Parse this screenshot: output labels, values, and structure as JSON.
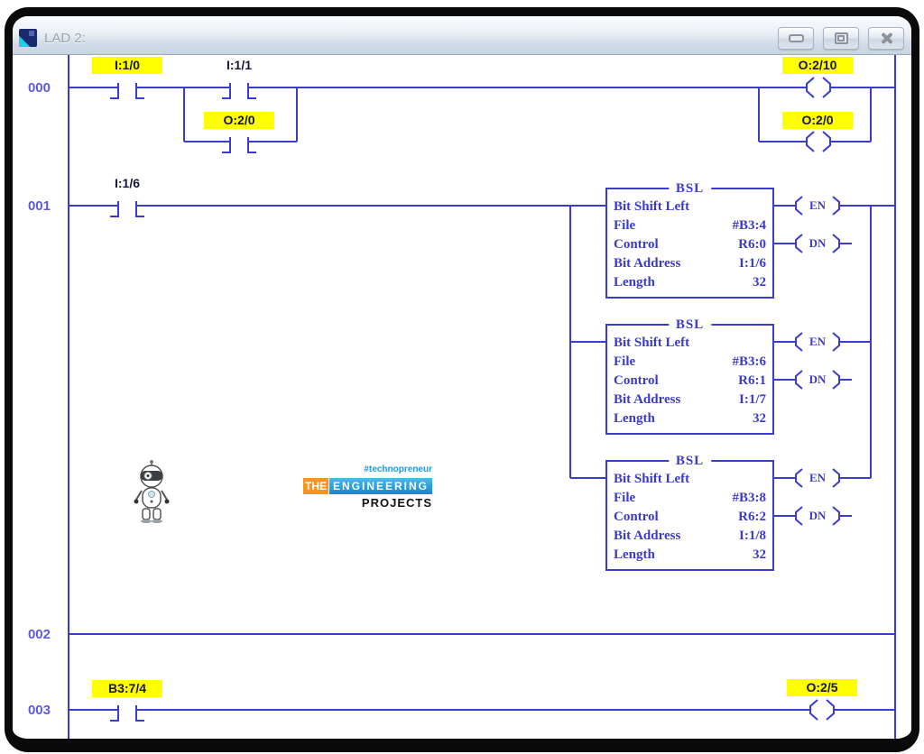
{
  "window": {
    "title": "LAD 2:"
  },
  "rung_numbers": {
    "r0": "000",
    "r1": "001",
    "r2": "002",
    "r3": "003"
  },
  "addresses": {
    "xic_i10": "I:1/0",
    "xic_i11": "I:1/1",
    "xic_o20": "O:2/0",
    "coil_o210": "O:2/10",
    "coil_o20": "O:2/0",
    "xic_i16": "I:1/6",
    "xic_b374": "B3:7/4",
    "coil_o25": "O:2/5"
  },
  "bsl_blocks": [
    {
      "mnemonic": "BSL",
      "name": "Bit Shift Left",
      "file_label": "File",
      "file_value": "#B3:4",
      "control_label": "Control",
      "control_value": "R6:0",
      "bit_label": "Bit Address",
      "bit_value": "I:1/6",
      "length_label": "Length",
      "length_value": "32",
      "en_label": "EN",
      "dn_label": "DN"
    },
    {
      "mnemonic": "BSL",
      "name": "Bit Shift Left",
      "file_label": "File",
      "file_value": "#B3:6",
      "control_label": "Control",
      "control_value": "R6:1",
      "bit_label": "Bit Address",
      "bit_value": "I:1/7",
      "length_label": "Length",
      "length_value": "32",
      "en_label": "EN",
      "dn_label": "DN"
    },
    {
      "mnemonic": "BSL",
      "name": "Bit Shift Left",
      "file_label": "File",
      "file_value": "#B3:8",
      "control_label": "Control",
      "control_value": "R6:2",
      "bit_label": "Bit Address",
      "bit_value": "I:1/8",
      "length_label": "Length",
      "length_value": "32",
      "en_label": "EN",
      "dn_label": "DN"
    }
  ],
  "watermark": {
    "hashtag": "#technopreneur",
    "word_the": "THE",
    "word_engineering": "ENGINEERING",
    "word_projects": "PROJECTS"
  },
  "colors": {
    "ladder_blue": "#3b3bcd",
    "highlight_yellow": "#ffff00",
    "rung_number_blue": "#5d59e0",
    "brand_orange": "#f6941f",
    "brand_blue": "#1887c5"
  }
}
